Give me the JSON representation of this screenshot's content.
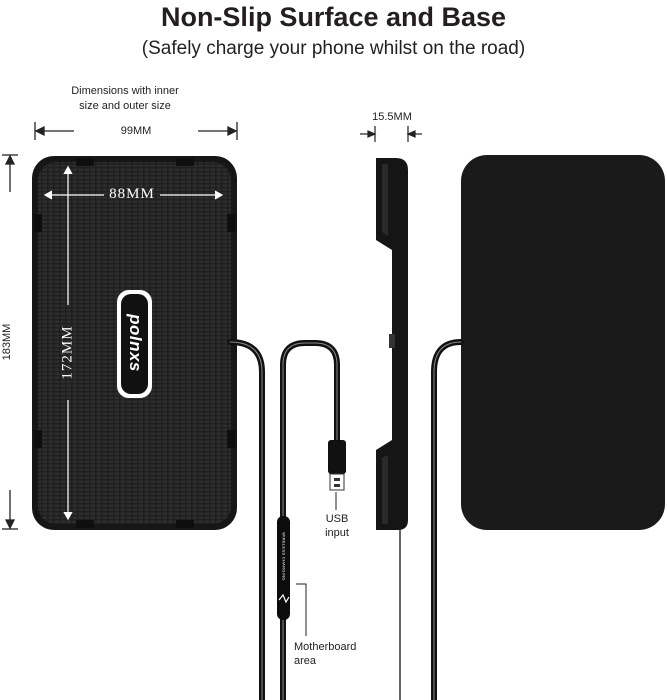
{
  "header": {
    "title": "Non-Slip Surface and Base",
    "subtitle": "(Safely charge your phone whilst on the road)"
  },
  "dimensions": {
    "note_line1": "Dimensions with inner",
    "note_line2": "size and outer size",
    "outer_width": "99MM",
    "inner_width": "88MM",
    "outer_height": "183MM",
    "inner_height": "172MM",
    "thickness": "15.5MM"
  },
  "product": {
    "logo_text": "polnxs",
    "module_text": "WIRELESS CHARGING"
  },
  "callouts": {
    "usb_line1": "USB",
    "usb_line2": "input",
    "board_line1": "Motherboard",
    "board_line2": "area"
  },
  "colors": {
    "pad": "#1e1e1e",
    "pad_texture": "#2b2b2b",
    "cable": "#111111",
    "cable_highlight": "#9a9a9a",
    "back_panel": "#1a1a1a"
  }
}
